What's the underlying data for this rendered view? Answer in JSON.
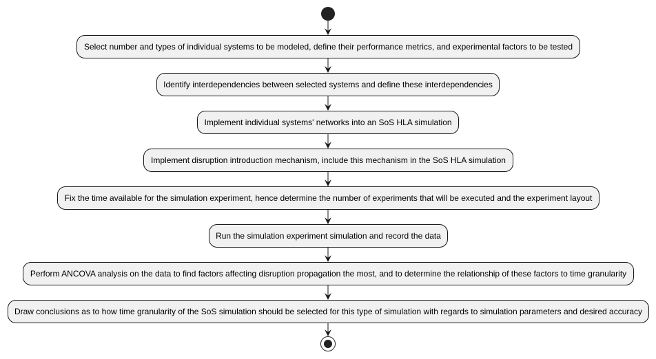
{
  "diagram": {
    "steps": [
      "Select number and types of individual systems to be modeled, define their performance metrics, and experimental factors to be tested",
      "Identify interdependencies between selected systems and define these interdependencies",
      "Implement individual systems' networks into an SoS HLA simulation",
      "Implement disruption introduction mechanism, include this mechanism in the SoS HLA simulation",
      "Fix the time available for the simulation experiment, hence determine the number of experiments that will be executed and the experiment layout",
      "Run the simulation experiment simulation and record the data",
      "Perform ANCOVA analysis on the data to find factors affecting disruption propagation the most, and to determine the relationship of these factors to time granularity",
      "Draw conclusions as to how time granularity of the SoS simulation should be selected for this type of simulation with regards to simulation parameters and desired accuracy"
    ],
    "colors": {
      "node_fill": "#f1f1f1",
      "node_border": "#181818",
      "terminal": "#222222",
      "arrow": "#181818"
    }
  }
}
